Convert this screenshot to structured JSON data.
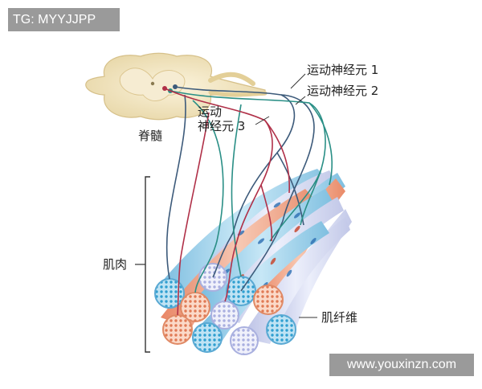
{
  "watermarks": {
    "top_left": "TG: MYYJJPP",
    "bottom_right": "www.youxinzn.com"
  },
  "labels": {
    "spinal_cord": "脊髓",
    "motor_neuron_1": "运动神经元 1",
    "motor_neuron_2": "运动神经元 2",
    "motor_neuron_3_line1": "运动",
    "motor_neuron_3_line2": "神经元 3",
    "muscle": "肌肉",
    "muscle_fiber": "肌纤维"
  },
  "colors": {
    "neuron_1": "#3c5a7a",
    "neuron_2": "#2a8f86",
    "neuron_3": "#b03048",
    "fiber_blue": "#8cc8e6",
    "fiber_red": "#f0a98c",
    "fiber_lavender": "#d2d6ee",
    "spinal_cord": "#f1e6c6"
  }
}
